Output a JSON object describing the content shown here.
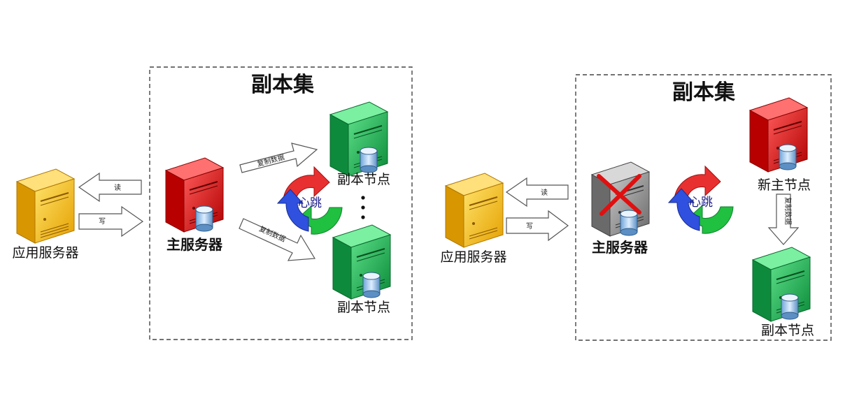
{
  "left_panel": {
    "title": "副本集",
    "app_server_label": "应用服务器",
    "primary_label": "主服务器",
    "read_label": "读",
    "write_label": "写",
    "replicate_top_label": "复制数据",
    "replicate_bottom_label": "复制数据",
    "heartbeat_label": "心跳",
    "replica_top_label": "副本节点",
    "replica_bottom_label": "副本节点",
    "ellipsis": "⋮"
  },
  "right_panel": {
    "title": "副本集",
    "app_server_label": "应用服务器",
    "failed_primary_label": "主服务器",
    "read_label": "读",
    "write_label": "写",
    "heartbeat_label": "心跳",
    "new_primary_label": "新主节点",
    "replicate_label": "复制数据",
    "replica_label": "副本节点"
  },
  "colors": {
    "app_server": "#F5B800",
    "primary": "#E01010",
    "replica": "#14A848",
    "failed": "#8A8A8A",
    "failed_mark": "#E01010",
    "heartbeat_red": "#E83030",
    "heartbeat_green": "#20C040",
    "heartbeat_blue": "#3050E0"
  },
  "icons": {
    "server": "server-tower-icon",
    "database": "database-cylinder-icon",
    "heartbeat": "circular-arrows-icon",
    "failure": "red-x-icon"
  }
}
